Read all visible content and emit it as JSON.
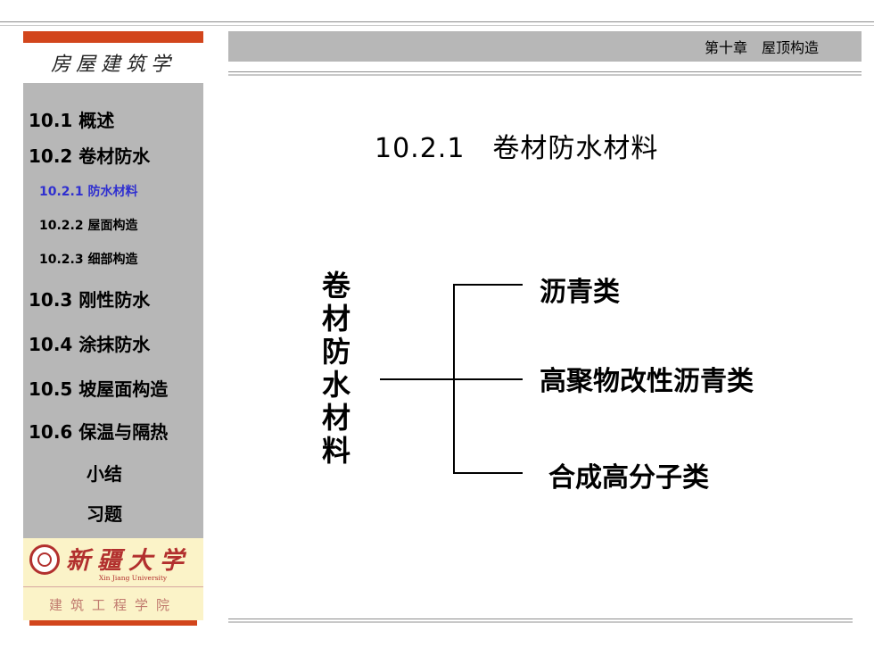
{
  "header": {
    "chapter": "第十章　屋顶构造"
  },
  "sidebar": {
    "title": "房屋建筑学",
    "items": [
      {
        "label": "10.1 概述",
        "level": 1,
        "active": false
      },
      {
        "label": "10.2 卷材防水",
        "level": 1,
        "active": false
      },
      {
        "label": "10.2.1 防水材料",
        "level": 2,
        "active": true
      },
      {
        "label": "10.2.2 屋面构造",
        "level": 2,
        "active": false
      },
      {
        "label": "10.2.3 细部构造",
        "level": 2,
        "active": false
      },
      {
        "label": "10.3 刚性防水",
        "level": 1,
        "active": false
      },
      {
        "label": "10.4 涂抹防水",
        "level": 1,
        "active": false
      },
      {
        "label": "10.5 坡屋面构造",
        "level": 1,
        "active": false
      },
      {
        "label": "10.6 保温与隔热",
        "level": 1,
        "active": false
      },
      {
        "label": "小结",
        "level": 1,
        "active": false
      },
      {
        "label": "习题",
        "level": 1,
        "active": false
      }
    ],
    "logo": {
      "university": "新疆大学",
      "university_en": "Xin Jiang University",
      "college": "建筑工程学院"
    }
  },
  "main": {
    "title": "10.2.1　卷材防水材料",
    "diagram": {
      "root": "卷材防水材料",
      "branches": [
        "沥青类",
        "高聚物改性沥青类",
        "合成高分子类"
      ]
    }
  },
  "colors": {
    "accent": "#d2451c",
    "panel_gray": "#b7b7b7",
    "active_link": "#2f2fd0",
    "logo_red": "#b2302e"
  }
}
